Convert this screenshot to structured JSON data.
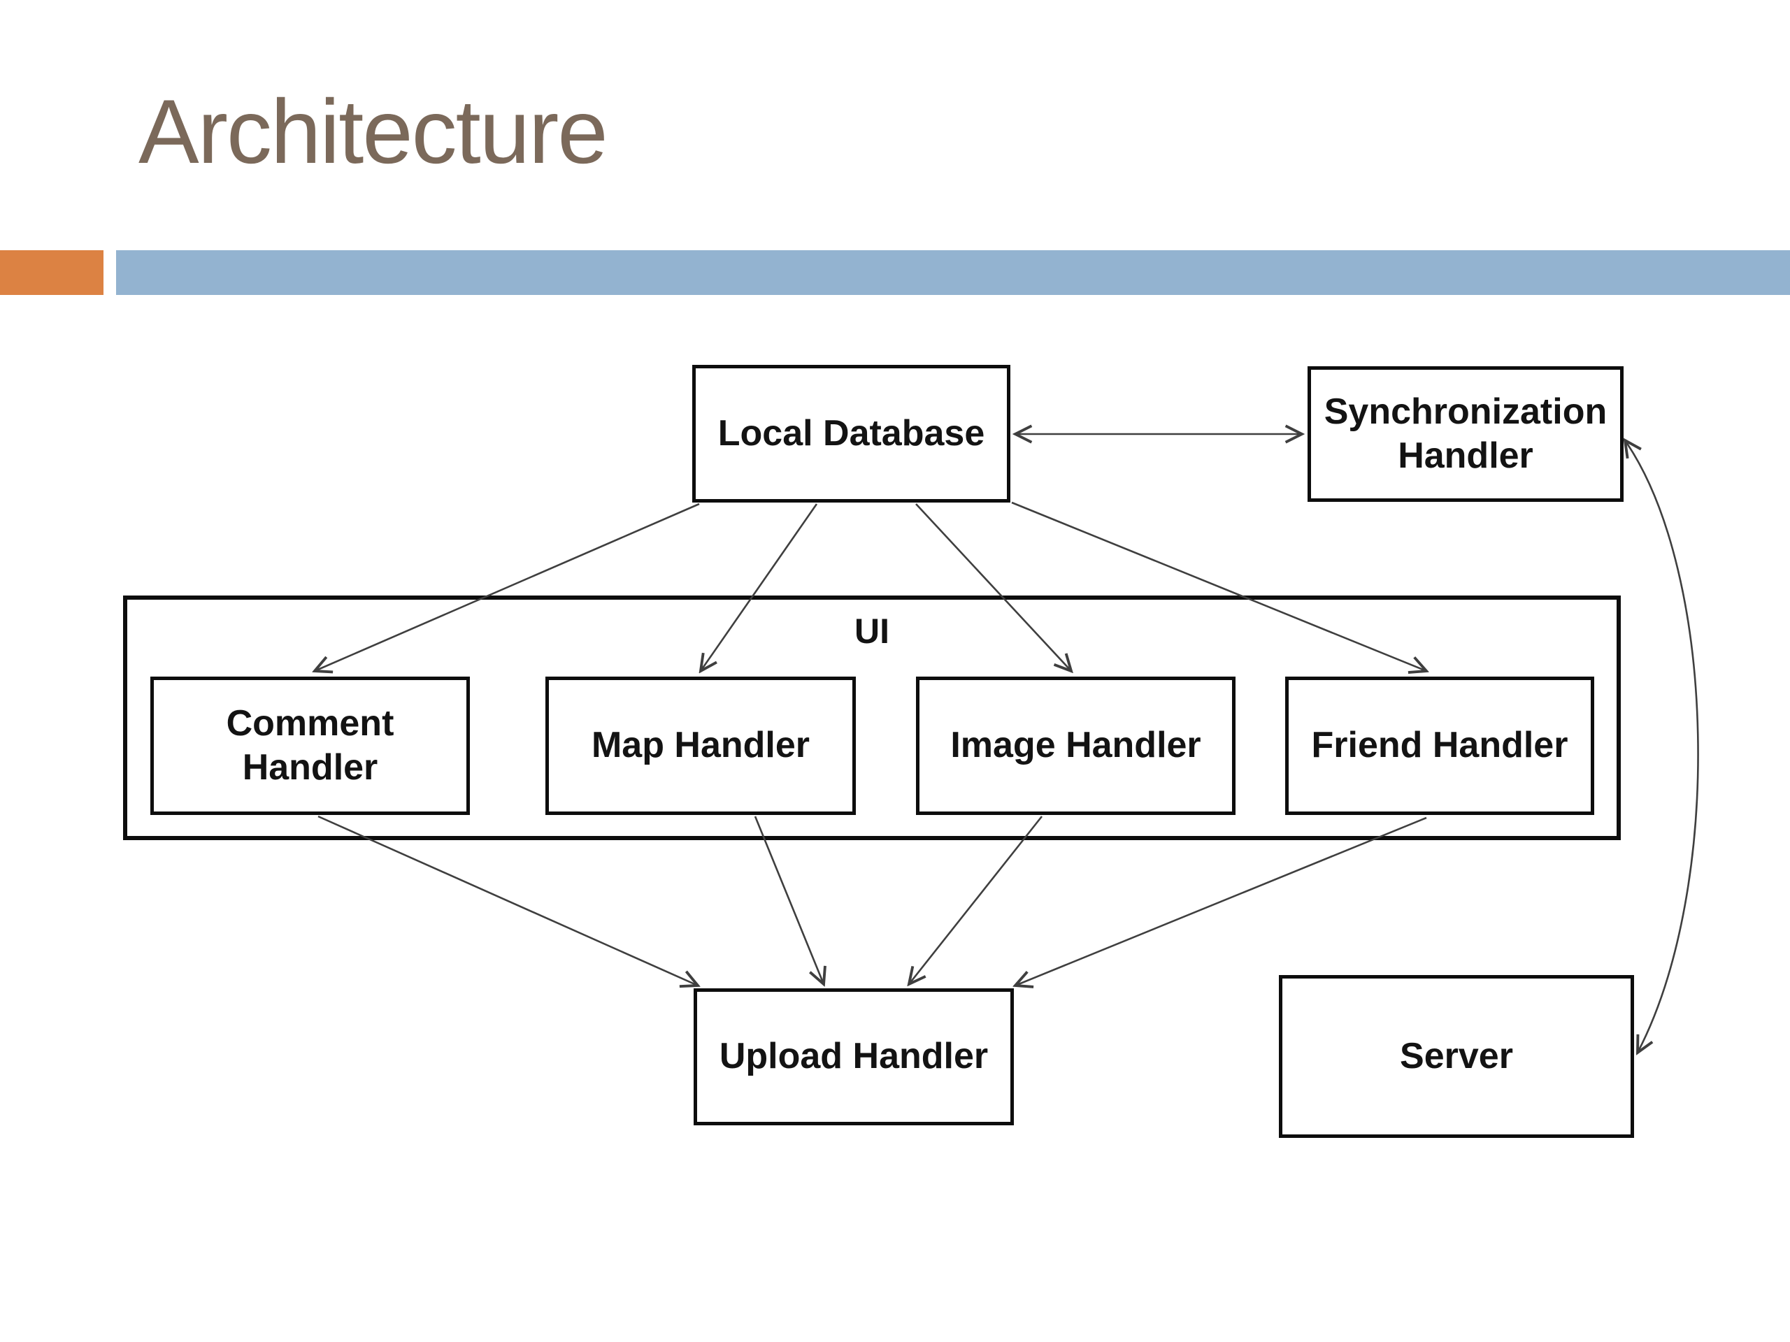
{
  "slide": {
    "title": "Architecture",
    "title_color": "#7b695a",
    "accent_bars": {
      "orange": "#dc8243",
      "blue": "#93b3d0"
    }
  },
  "diagram": {
    "line_color": "#3f3f3f",
    "box_border_color": "#0d0d0d",
    "nodes": {
      "local_db": {
        "label": "Local Database",
        "lines": [
          "Local Database"
        ]
      },
      "sync": {
        "label": "Synchronization Handler",
        "lines": [
          "Synchronization",
          "Handler"
        ]
      },
      "ui": {
        "label": "UI"
      },
      "comment": {
        "label": "Comment Handler",
        "lines": [
          "Comment",
          "Handler"
        ]
      },
      "map": {
        "label": "Map Handler",
        "lines": [
          "Map Handler"
        ]
      },
      "image": {
        "label": "Image Handler",
        "lines": [
          "Image Handler"
        ]
      },
      "friend": {
        "label": "Friend Handler",
        "lines": [
          "Friend Handler"
        ]
      },
      "upload": {
        "label": "Upload Handler",
        "lines": [
          "Upload Handler"
        ]
      },
      "server": {
        "label": "Server",
        "lines": [
          "Server"
        ]
      }
    },
    "edges": [
      {
        "from": "Local Database",
        "to": "Synchronization Handler",
        "direction": "bidirectional"
      },
      {
        "from": "Local Database",
        "to": "Comment Handler",
        "direction": "one-way"
      },
      {
        "from": "Local Database",
        "to": "Map Handler",
        "direction": "one-way"
      },
      {
        "from": "Local Database",
        "to": "Image Handler",
        "direction": "one-way"
      },
      {
        "from": "Local Database",
        "to": "Friend Handler",
        "direction": "one-way"
      },
      {
        "from": "Comment Handler",
        "to": "Upload Handler",
        "direction": "one-way"
      },
      {
        "from": "Map Handler",
        "to": "Upload Handler",
        "direction": "one-way"
      },
      {
        "from": "Image Handler",
        "to": "Upload Handler",
        "direction": "one-way"
      },
      {
        "from": "Friend Handler",
        "to": "Upload Handler",
        "direction": "one-way"
      },
      {
        "from": "Synchronization Handler",
        "to": "Server",
        "direction": "bidirectional"
      }
    ]
  }
}
